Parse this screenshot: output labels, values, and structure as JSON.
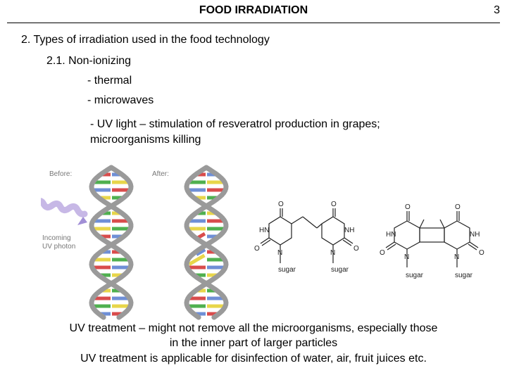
{
  "header": {
    "title": "FOOD IRRADIATION",
    "page_number": "3"
  },
  "body": {
    "heading": "2. Types of irradiation used in the food technology",
    "subheading": "2.1. Non-ionizing",
    "item_thermal": "- thermal",
    "item_microwaves": "- microwaves",
    "item_uv_line1": "- UV light – stimulation of resveratrol production in grapes;",
    "item_uv_line2": "microorganisms killing"
  },
  "figure": {
    "label_before": "Before:",
    "label_after": "After:",
    "label_incoming_line1": "Incoming",
    "label_incoming_line2": "UV photon",
    "chem_labels": {
      "oxygen": "O",
      "nh": "NH",
      "hn": "HN",
      "nitrogen": "N",
      "sugar": "sugar"
    },
    "colors": {
      "strand": "#9a9a9a",
      "red": "#d94c4c",
      "green": "#4fb04f",
      "blue": "#6f8fd6",
      "yellow": "#e8d64a",
      "photon": "#b9a6e0"
    }
  },
  "footer": {
    "line1": "UV treatment – might not remove all the microorganisms, especially those",
    "line2": "in the inner part of larger particles",
    "line3": "UV treatment is applicable for disinfection of water, air, fruit juices etc."
  }
}
